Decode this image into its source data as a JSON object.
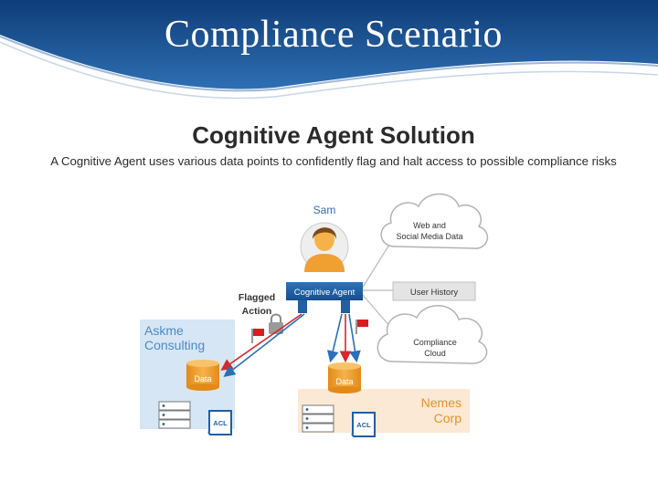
{
  "slide": {
    "title": "Compliance Scenario",
    "heading": "Cognitive Agent Solution",
    "subheading": "A Cognitive Agent uses various data points to confidently flag and halt access to possible compliance risks"
  },
  "diagram": {
    "user_name": "Sam",
    "agent_label": "Cognitive Agent",
    "flagged_line1": "Flagged",
    "flagged_line2": "Action",
    "cloud_web_line1": "Web and",
    "cloud_web_line2": "Social Media Data",
    "user_history_label": "User History",
    "cloud_compliance_line1": "Compliance",
    "cloud_compliance_line2": "Cloud",
    "company_left_line1": "Askme",
    "company_left_line2": "Consulting",
    "company_right_line1": "Nemes",
    "company_right_line2": "Corp",
    "db_left_label": "Data",
    "db_right_label": "Data",
    "acl_left_label": "ACL",
    "acl_right_label": "ACL"
  },
  "colors": {
    "title_bar": "#1d4f8f",
    "agent_box": "#1f5fa3",
    "company_left_bg": "#d6e6f5",
    "company_right_bg": "#fbe9d5",
    "database": "#f0a030",
    "arrow_red": "#d62828",
    "arrow_blue": "#2a6fb8",
    "flag_red": "#d81e1e"
  }
}
